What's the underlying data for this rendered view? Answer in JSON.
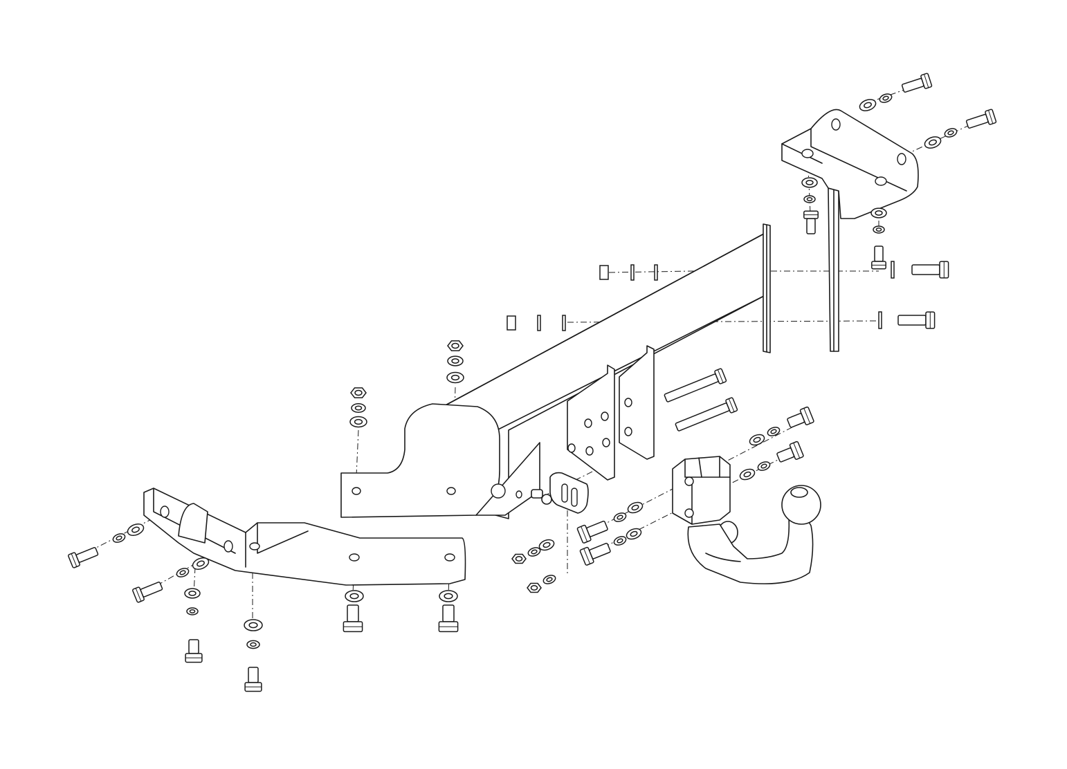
{
  "drawing": {
    "kind": "exploded assembly view",
    "colors": {
      "line": "#1a1a1a",
      "background": "#ffffff"
    },
    "parts": [
      "crossbar-tube",
      "right-side-bracket",
      "left-side-bracket",
      "left-mounting-plate",
      "right-flange-plates",
      "center-mounting-plates",
      "electrical-socket-plate",
      "tow-ball-neck",
      "tow-ball-holder",
      "bolts-nuts-washers"
    ],
    "text_labels": []
  }
}
